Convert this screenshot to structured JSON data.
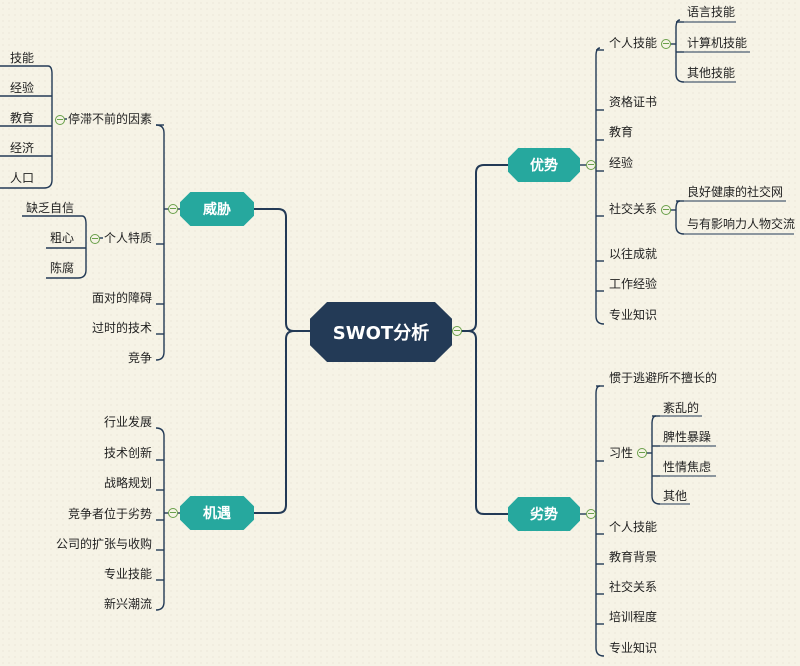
{
  "center": {
    "label": "SWOT分析"
  },
  "strengths": {
    "label": "优势",
    "items": [
      {
        "label": "个人技能",
        "children": [
          "语言技能",
          "计算机技能",
          "其他技能"
        ]
      },
      {
        "label": "资格证书"
      },
      {
        "label": "教育"
      },
      {
        "label": "经验"
      },
      {
        "label": "社交关系",
        "children": [
          "良好健康的社交网",
          "与有影响力人物交流"
        ]
      },
      {
        "label": "以往成就"
      },
      {
        "label": "工作经验"
      },
      {
        "label": "专业知识"
      }
    ]
  },
  "weaknesses": {
    "label": "劣势",
    "items": [
      {
        "label": "惯于逃避所不擅长的"
      },
      {
        "label": "习性",
        "children": [
          "紊乱的",
          "脾性暴躁",
          "性情焦虑",
          "其他"
        ]
      },
      {
        "label": "个人技能"
      },
      {
        "label": "教育背景"
      },
      {
        "label": "社交关系"
      },
      {
        "label": "培训程度"
      },
      {
        "label": "专业知识"
      }
    ]
  },
  "threats": {
    "label": "威胁",
    "items": [
      {
        "label": "停滞不前的因素",
        "children": [
          "技能",
          "经验",
          "教育",
          "经济",
          "人口"
        ]
      },
      {
        "label": "个人特质",
        "children": [
          "缺乏自信",
          "粗心",
          "陈腐"
        ]
      },
      {
        "label": "面对的障碍"
      },
      {
        "label": "过时的技术"
      },
      {
        "label": "竞争"
      }
    ]
  },
  "opportunities": {
    "label": "机遇",
    "items": [
      {
        "label": "行业发展"
      },
      {
        "label": "技术创新"
      },
      {
        "label": "战略规划"
      },
      {
        "label": "竞争者位于劣势"
      },
      {
        "label": "公司的扩张与收购"
      },
      {
        "label": "专业技能"
      },
      {
        "label": "新兴潮流"
      }
    ]
  },
  "colors": {
    "center": "#233a56",
    "primary": "#26a89e",
    "line": "#233a56",
    "toggle": "#6aa04a",
    "background": "#f6f3e6"
  }
}
